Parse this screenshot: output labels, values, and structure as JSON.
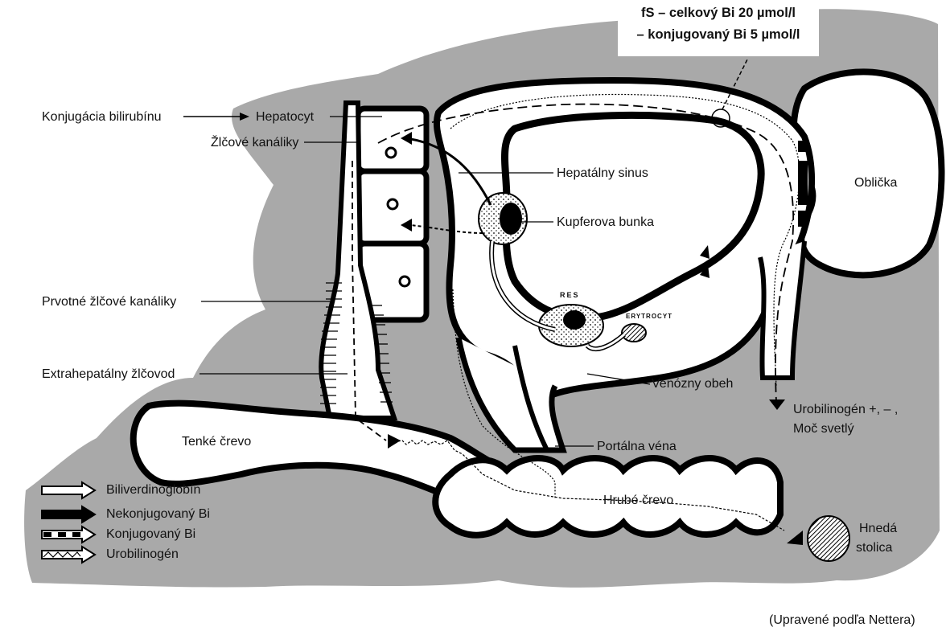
{
  "serum": {
    "line1": "fS – celkový Bi 20 µmol/l",
    "line2": "– konjugovaný Bi 5 µmol/l"
  },
  "labels": {
    "conjugation": "Konjugácia bilirubínu",
    "hepatocyte": "Hepatocyt",
    "bile_canaliculi": "Žlčové kanáliky",
    "hepatic_sinus": "Hepatálny sinus",
    "kupffer": "Kupferova bunka",
    "kidney": "Oblička",
    "primary_canaliculi": "Prvotné žlčové kanáliky",
    "res": "RES",
    "erythrocyte": "ERYTROCYT",
    "extrahepatic_duct": "Extrahepatálny žlčovod",
    "venous": "Venózny obeh",
    "urobilinogen_line1": "Urobilinogén +, – ,",
    "urobilinogen_line2": "Moč svetlý",
    "small_intestine": "Tenké črevo",
    "portal_vein": "Portálna véna",
    "large_intestine": "Hrubé črevo",
    "stool_line1": "Hnedá",
    "stool_line2": "stolica",
    "source": "(Upravené podľa Nettera)"
  },
  "legend": [
    {
      "label": "Biliverdinoglobín",
      "icon": "white-arrow-icon"
    },
    {
      "label": "Nekonjugovaný Bi",
      "icon": "black-arrow-icon"
    },
    {
      "label": "Konjugovaný Bi",
      "icon": "dashed-arrow-icon"
    },
    {
      "label": "Urobilinogén",
      "icon": "zigzag-arrow-icon"
    }
  ],
  "colors": {
    "background_region": "#a9a9a9",
    "organ_fill": "#ffffff",
    "outline": "#000000"
  }
}
